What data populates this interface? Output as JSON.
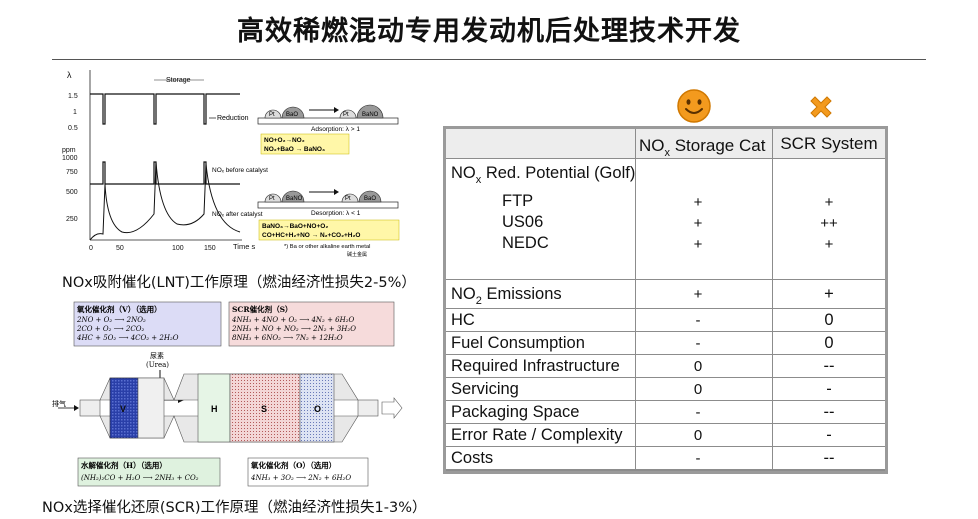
{
  "page": {
    "title": "高效稀燃混动专用发动机后处理技术开发"
  },
  "lnt": {
    "caption": "NOx吸附催化(LNT)工作原理（燃油经济性损失2-5%）",
    "y_label_lambda": "λ",
    "y_label_ppm": "ppm",
    "ticks_lambda": [
      "1.5",
      "1",
      "0.5"
    ],
    "ticks_ppm": [
      "1000",
      "750",
      "500",
      "250"
    ],
    "ticks_x": [
      "0",
      "50",
      "100",
      "150"
    ],
    "x_label": "Time s",
    "storage_label": "Storage",
    "reduction_label": "Reduction",
    "before_label": "NOₓ before catalyst",
    "after_label": "NOₓ  after catalyst",
    "adsorption_label": "Adsorption: λ > 1",
    "desorption_label": "Desorption: λ < 1",
    "eq1a": "NO+O₂→NO₂",
    "eq1b": "NO₂+BaO → BaNO₃",
    "eq2a": "BaNO₃→BaO+NO+O₂",
    "eq2b": "CO+HC+H₂+NO → N₂+CO₂+H₂O",
    "footnote": "*) Ba or other alkaline earth metal",
    "footnote_cn": "碱土金属",
    "pt": "Pt",
    "bao": "BaO",
    "bano": "BaNO"
  },
  "scr": {
    "caption": "NOx选择催化还原(SCR)工作原理（燃油经济性损失1-3%）",
    "box_v_title": "氧化催化剂（V）（选用）",
    "box_v": [
      "2NO + O₂ ⟶ 2NO₂",
      "2CO + O₂ ⟶ 2CO₂",
      "4HC + 5O₂ ⟶ 4CO₂ + 2H₂O"
    ],
    "box_s_title": "SCR催化剂（S）",
    "box_s": [
      "4NH₃ + 4NO + O₂ ⟶ 4N₂ + 6H₂O",
      "2NH₃ + NO + NO₂ ⟶ 2N₂ + 3H₂O",
      "8NH₃ + 6NO₂ ⟶ 7N₂ + 12H₂O"
    ],
    "box_h_title": "水解催化剂（H）（选用）",
    "box_h": [
      "(NH₂)₂CO + H₂O ⟶ 2NH₃ + CO₂"
    ],
    "box_o_title": "氧化催化剂（O）（选用）",
    "box_o": [
      "4NH₃ + 3O₂ ⟶ 2N₂ + 6H₂O"
    ],
    "urea_cn": "尿素",
    "urea_en": "(Urea)",
    "exhaust": "排气",
    "labels": [
      "V",
      "H",
      "S",
      "O"
    ]
  },
  "icons": {
    "left": "smiley-face-icon",
    "right": "cross-icon",
    "smile_color": "#f39a1e",
    "cross_color": "#f39a1e"
  },
  "table": {
    "header": [
      "NO",
      "x",
      " Storage Cat",
      "SCR System"
    ],
    "red_potential": {
      "label_a": "NO",
      "label_sub": "x",
      "label_b": " Red. Potential (Golf)",
      "items": [
        {
          "name": "FTP",
          "a": "+",
          "b": "+"
        },
        {
          "name": "US06",
          "a": "+",
          "b": "++"
        },
        {
          "name": "NEDC",
          "a": "+",
          "b": "+"
        }
      ]
    },
    "rows": [
      {
        "label_a": "NO",
        "label_sub": "2",
        "label_b": " Emissions",
        "a": "+",
        "b": "+"
      },
      {
        "label": "HC",
        "a": "-",
        "b": "0"
      },
      {
        "label": "Fuel Consumption",
        "a": "-",
        "b": "0"
      },
      {
        "label": "Required Infrastructure",
        "a": "0",
        "b": "--"
      },
      {
        "label": "Servicing",
        "a": "0",
        "b": "-"
      },
      {
        "label": "Packaging Space",
        "a": "-",
        "b": "--"
      },
      {
        "label": "Error Rate / Complexity",
        "a": "0",
        "b": "-"
      },
      {
        "label": "Costs",
        "a": "-",
        "b": "--"
      }
    ]
  }
}
